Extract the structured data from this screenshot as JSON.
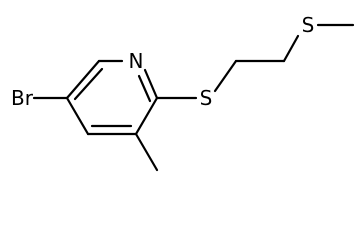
{
  "molecule": {
    "atoms": {
      "br": "Br",
      "n": "N",
      "s_ring": "S",
      "s_chain": "S"
    },
    "colors": {
      "background": "#ffffff",
      "ink": "#000000"
    }
  }
}
